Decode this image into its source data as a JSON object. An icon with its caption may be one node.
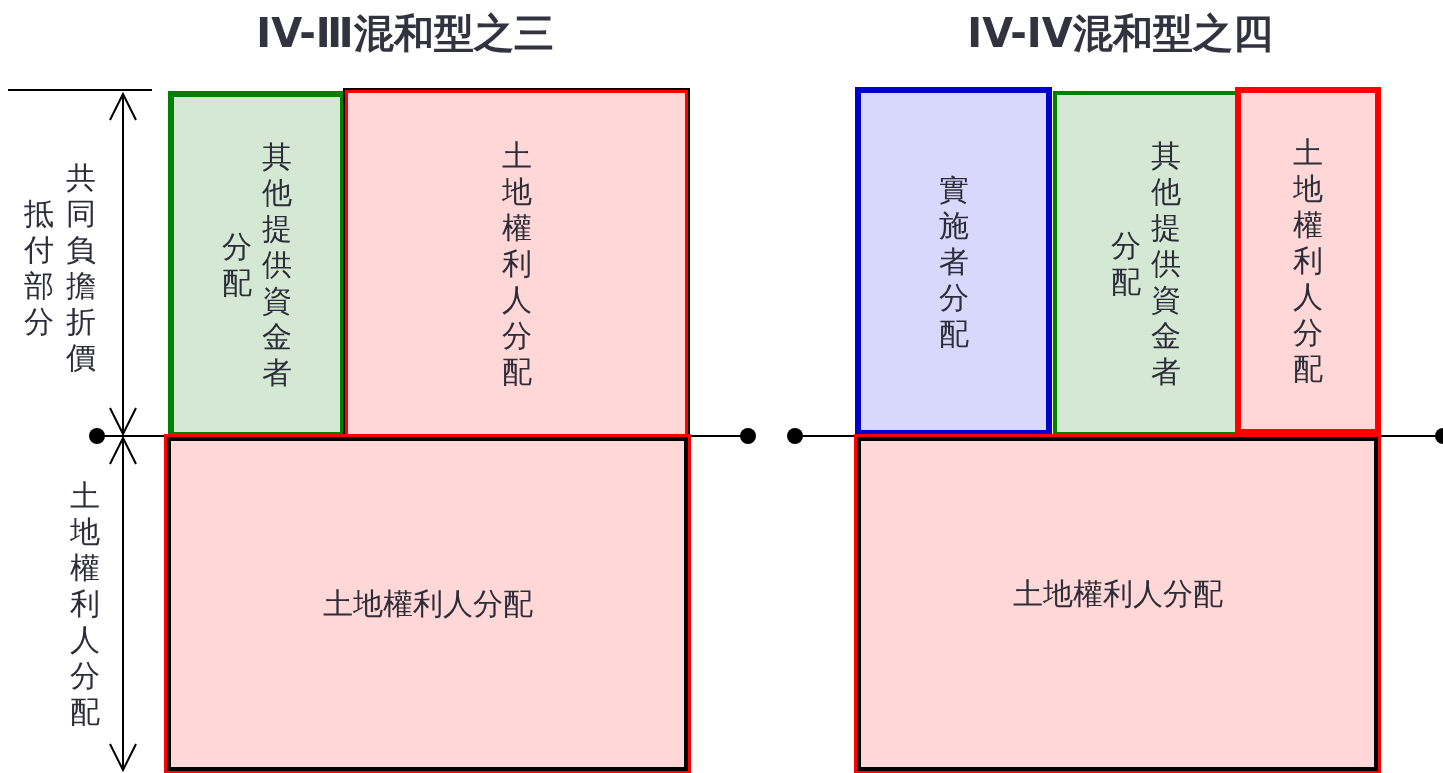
{
  "diagram": {
    "nodes": [
      {
        "text": [
          "其他提供資金者分配"
        ]
      },
      {
        "text": [
          "土地權利人分配"
        ]
      },
      {
        "text": [
          "土地權利人分配"
        ]
      },
      {
        "text": [
          "實施者分配"
        ]
      },
      {
        "text": [
          "其他提供資金者分配"
        ]
      },
      {
        "text": [
          "土地權利人分配"
        ]
      },
      {
        "text": [
          "土地權利人分配"
        ]
      }
    ],
    "labels": [
      "IV-Ⅲ混和型之三",
      "共同負擔折價抵付部分",
      "土地權利人分配",
      "IV-IV混和型之四"
    ]
  }
}
